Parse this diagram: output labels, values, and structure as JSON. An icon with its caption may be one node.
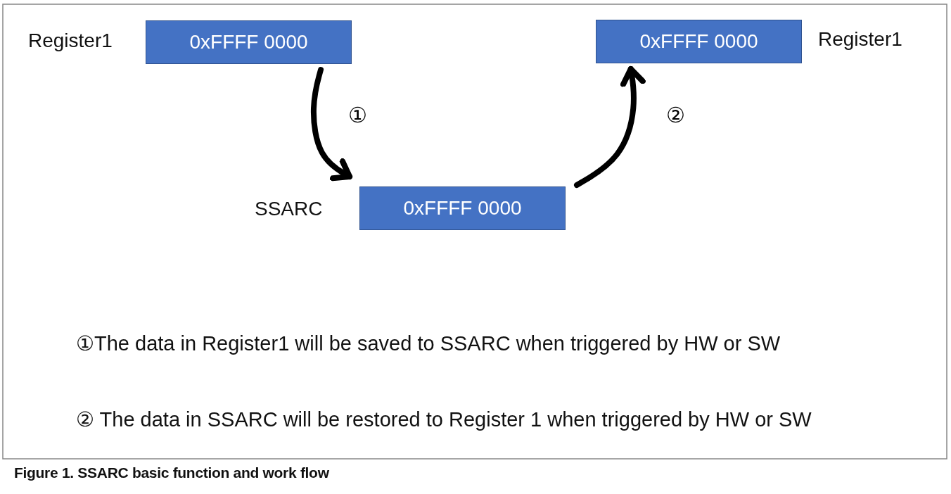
{
  "diagram": {
    "caption": "Figure 1.  SSARC basic function and work flow",
    "nodes": [
      {
        "text": [
          "0xFFFF 0000"
        ],
        "beside": [
          "Register1"
        ]
      },
      {
        "text": [
          "0xFFFF 0000"
        ],
        "beside": [
          "Register1"
        ]
      },
      {
        "text": [
          "0xFFFF 0000"
        ],
        "beside": [
          "SSARC"
        ]
      }
    ],
    "edges": [
      {
        "from": 0,
        "to": 2,
        "arrow": "to",
        "label": "①"
      },
      {
        "from": 2,
        "to": 1,
        "arrow": "to",
        "label": "②"
      }
    ],
    "labels": [
      "①The data in Register1 will be saved to SSARC when triggered by HW or SW",
      "② The data in SSARC will be restored to Register 1 when triggered by HW or SW"
    ]
  }
}
